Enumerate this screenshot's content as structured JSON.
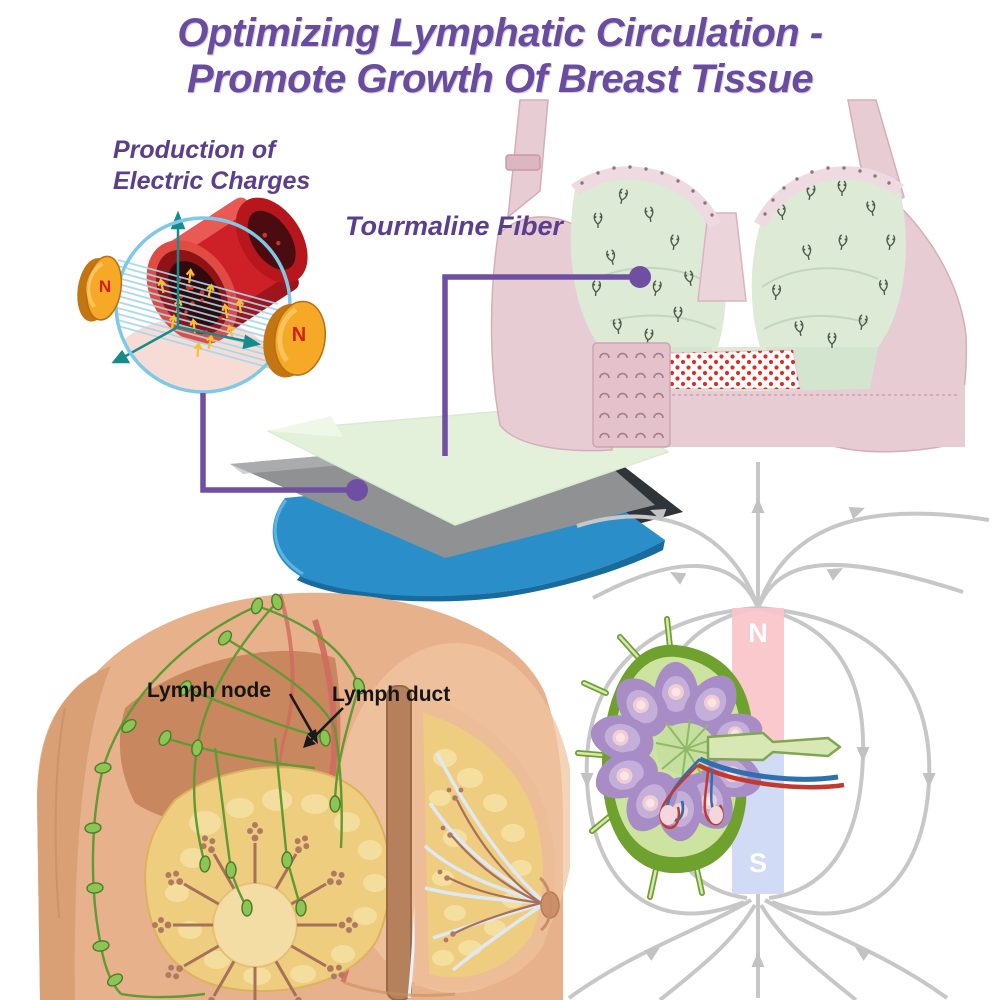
{
  "title": {
    "line1": "Optimizing Lymphatic Circulation -",
    "line2": "Promote Growth Of Breast Tissue"
  },
  "annotations": {
    "production_line1": "Production of",
    "production_line2": "Electric Charges",
    "tourmaline": "Tourmaline Fiber",
    "lymph_node": "Lymph node",
    "lymph_duct": "Lymph duct"
  },
  "magnet_labels": {
    "disc_left": "N",
    "disc_right": "N",
    "bar_north": "N",
    "bar_south": "S"
  },
  "colors": {
    "title_purple": "#6a4c9e",
    "label_purple": "#5b3f8c",
    "connector_purple": "#6f4fa1",
    "bra_pink": "#e8ccd4",
    "lining_mint": "#dcead6",
    "mesh_dot_red": "#d93025",
    "layer_green": "#e4f1da",
    "layer_gray": "#8f9193",
    "layer_blue": "#2a8fc9",
    "field_line_gray": "#c7c7c7",
    "magnet_north_pink": "#f9c4ca",
    "magnet_south_blue": "#cdd8f4",
    "disc_magnet_orange": "#f6a827",
    "vessel_red": "#ce2127",
    "skin_tone": "#e7b28b",
    "fat_yellow": "#eecd7e",
    "lymph_green": "#5f9a33",
    "node_capsule_green": "#6fa12f",
    "lobule_purple": "#a88cc5"
  }
}
